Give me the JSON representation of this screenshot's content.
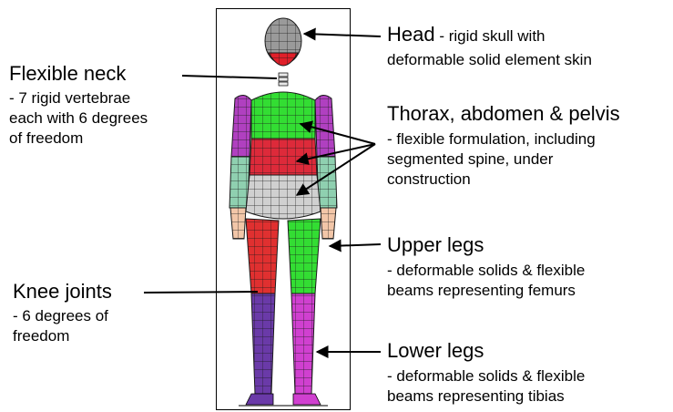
{
  "labels": {
    "head": {
      "title": "Head",
      "separator": " - ",
      "desc": "rigid skull with",
      "desc2": "deformable solid element skin"
    },
    "neck": {
      "title": "Flexible neck",
      "desc": "- 7 rigid vertebrae\neach with 6 degrees\nof freedom"
    },
    "thorax": {
      "title": "Thorax, abdomen & pelvis",
      "desc": "- flexible formulation, including\nsegmented spine, under\nconstruction"
    },
    "upper_legs": {
      "title": "Upper legs",
      "desc": "- deformable solids & flexible\nbeams representing femurs"
    },
    "knee": {
      "title": "Knee joints",
      "desc": "- 6 degrees of\nfreedom"
    },
    "lower_legs": {
      "title": "Lower legs",
      "desc": "- deformable solids & flexible\nbeams representing tibias"
    }
  },
  "colors": {
    "head": "#9a9a9a",
    "chin": "#e0202a",
    "upper_torso": "#33dd33",
    "mid_torso": "#dd2a3a",
    "pelvis": "#d0d0d0",
    "upper_arm": "#b040c0",
    "forearm": "#8fd0b0",
    "hand": "#f2c6a8",
    "left_thigh": "#e03030",
    "right_thigh": "#33dd33",
    "left_shin": "#6a3aa8",
    "right_shin": "#d040d0",
    "mesh": "#1a1a1a"
  }
}
